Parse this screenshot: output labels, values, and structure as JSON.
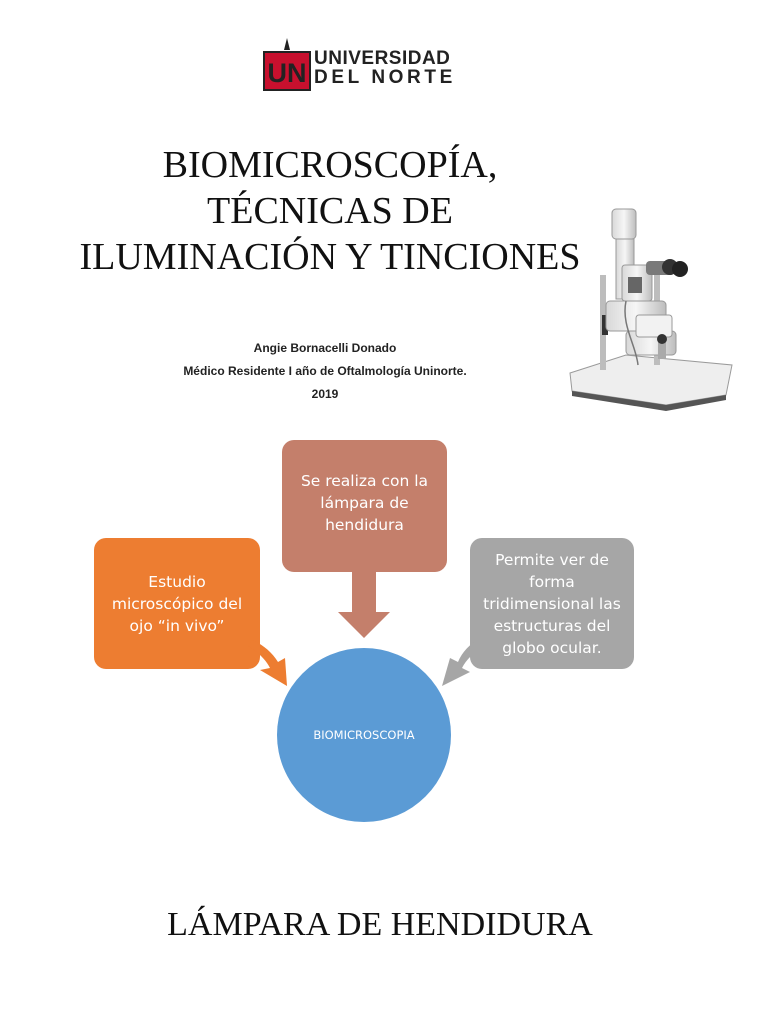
{
  "logo": {
    "mark_text": "UN",
    "line1": "UNIVERSIDAD",
    "line2": "DEL NORTE",
    "colors": {
      "red": "#c8102e",
      "dark": "#222222"
    }
  },
  "title": {
    "lines": [
      "BIOMICROSCOPÍA,",
      "TÉCNICAS DE",
      "ILUMINACIÓN Y TINCIONES"
    ]
  },
  "author": {
    "name": "Angie Bornacelli Donado",
    "role": "Médico Residente I año de Oftalmología Uninorte.",
    "year": "2019"
  },
  "image": {
    "icon": "slit-lamp-microscope"
  },
  "diagram": {
    "top": {
      "text": "Se realiza  con la lámpara de hendidura",
      "color": "#c47f6b"
    },
    "left": {
      "text": "Estudio microscópico del ojo “in vivo”",
      "color": "#ed7d31"
    },
    "right": {
      "text": "Permite ver de forma tridimensional las estructuras del globo ocular.",
      "color": "#a6a6a6"
    },
    "center": {
      "text": "BIOMICROSCOPIA",
      "color": "#5b9bd5"
    }
  },
  "bottom_heading": "LÁMPARA DE HENDIDURA"
}
